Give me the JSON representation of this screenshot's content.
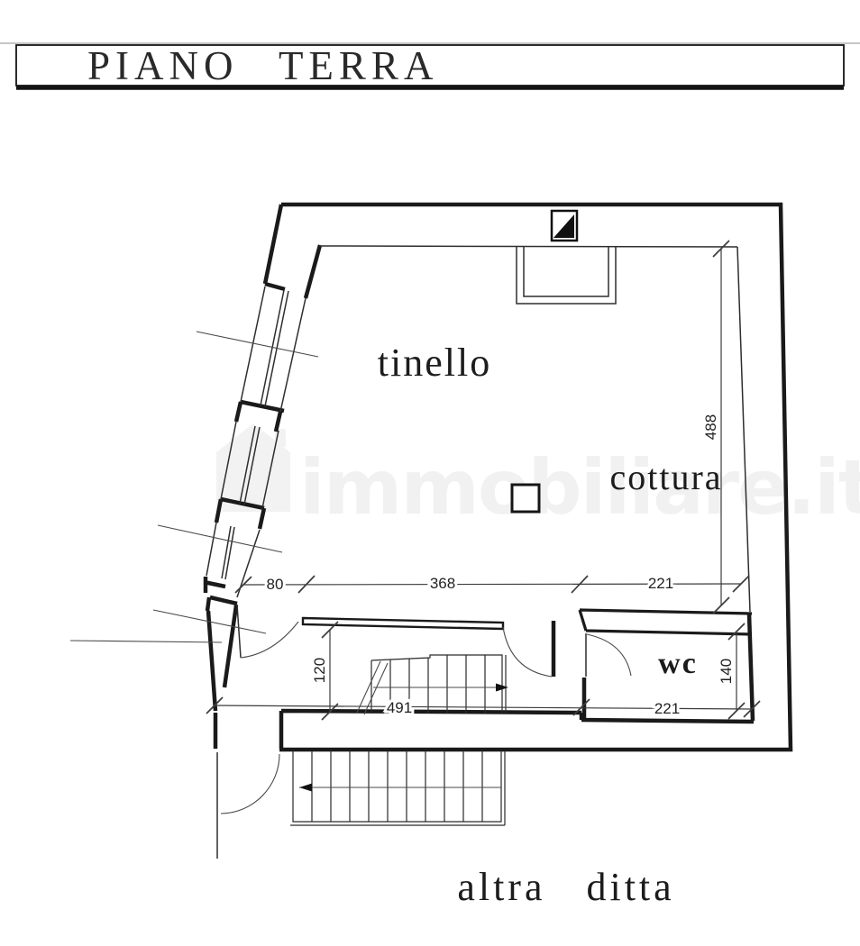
{
  "title": {
    "text": "PIANO TERRA"
  },
  "watermark": {
    "text": "immobiliare.it",
    "icon": "house-icon"
  },
  "floor_plan": {
    "rooms": [
      {
        "id": "tinello",
        "label": "tinello"
      },
      {
        "id": "cottura",
        "label": "cottura"
      },
      {
        "id": "wc",
        "label": "wc"
      }
    ],
    "annotations": [
      {
        "id": "altra-ditta",
        "label": "altra ditta"
      }
    ],
    "dimensions_cm": {
      "main_room_depth": "488",
      "entry_opening": "80",
      "main_room_width_center": "368",
      "main_room_width_right": "221",
      "corridor_width": "120",
      "corridor_length": "491",
      "wc_depth": "140",
      "wc_width": "221"
    },
    "symbols": [
      "flue-symbol",
      "column-symbol",
      "stairs-up",
      "stairs-down",
      "door-swing",
      "window"
    ]
  },
  "colors": {
    "line": "#1a1a1a",
    "dimension": "#3c3c3c",
    "watermark": "#ececec",
    "paper": "#ffffff"
  }
}
